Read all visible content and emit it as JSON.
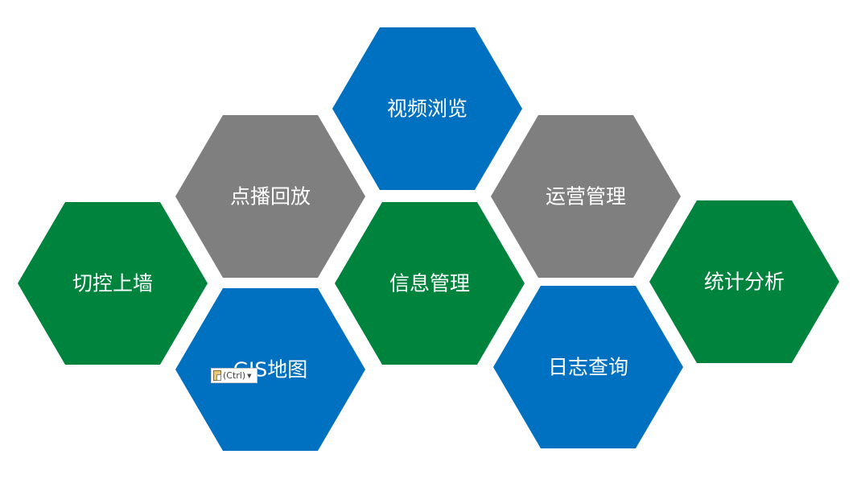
{
  "colors": {
    "blue": "#0070C0",
    "gray": "#7F7F7F",
    "green": "#00843D",
    "text": "#FFFFFF"
  },
  "hexagons": [
    {
      "id": "video-browse",
      "label": "视频浏览",
      "color": "blue"
    },
    {
      "id": "playback",
      "label": "点播回放",
      "color": "gray"
    },
    {
      "id": "operations",
      "label": "运营管理",
      "color": "gray"
    },
    {
      "id": "switch-wall",
      "label": "切控上墙",
      "color": "green"
    },
    {
      "id": "info-manage",
      "label": "信息管理",
      "color": "green"
    },
    {
      "id": "statistics",
      "label": "统计分析",
      "color": "green"
    },
    {
      "id": "gis-map",
      "label": "GIS地图",
      "color": "blue"
    },
    {
      "id": "log-query",
      "label": "日志查询",
      "color": "blue"
    }
  ],
  "paste_options": {
    "label": "(Ctrl)",
    "icon": "clipboard-icon",
    "arrow_icon": "dropdown-arrow-icon"
  }
}
